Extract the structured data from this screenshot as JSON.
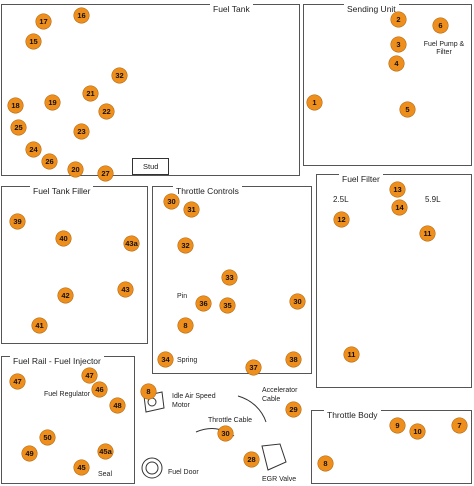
{
  "panels": {
    "fuel_tank": "Fuel Tank",
    "sending_unit": "Sending Unit",
    "fuel_tank_filler": "Fuel Tank Filler",
    "throttle_controls": "Throttle Controls",
    "fuel_filter": "Fuel Filter",
    "fuel_rail": "Fuel Rail - Fuel Injector",
    "throttle_body": "Throttle Body"
  },
  "labels": {
    "stud": "Stud",
    "fuel_pump_filter": "Fuel Pump & Filter",
    "engine_25": "2.5L",
    "engine_59": "5.9L",
    "pin": "Pin",
    "spring": "Spring",
    "fuel_regulator": "Fuel Regulator",
    "seal": "Seal",
    "idle_air_speed_motor": "Idle Air Speed Motor",
    "accelerator_cable": "Accelerator Cable",
    "throttle_cable": "Throttle Cable",
    "egr_valve": "EGR Valve",
    "fuel_door": "Fuel Door"
  },
  "callouts": {
    "fuel_tank": [
      "17",
      "16",
      "15",
      "32",
      "18",
      "19",
      "21",
      "22",
      "23",
      "24",
      "25",
      "20",
      "26",
      "27"
    ],
    "sending_unit": [
      "2",
      "3",
      "6",
      "4",
      "1",
      "5"
    ],
    "fuel_tank_filler": [
      "39",
      "40",
      "43a",
      "42",
      "43",
      "41"
    ],
    "throttle_controls": [
      "30",
      "31",
      "32",
      "33",
      "36",
      "35",
      "30",
      "8",
      "34",
      "37",
      "38"
    ],
    "fuel_filter": [
      "13",
      "14",
      "12",
      "11",
      "11"
    ],
    "fuel_rail": [
      "47",
      "47",
      "46",
      "48",
      "49",
      "50",
      "45a",
      "45"
    ],
    "misc": [
      "8",
      "29",
      "30",
      "28"
    ],
    "throttle_body": [
      "9",
      "10",
      "8",
      "7"
    ]
  },
  "colors": {
    "callout_fill": "#ee8e1c",
    "border": "#555555",
    "line_art": "#333333"
  }
}
